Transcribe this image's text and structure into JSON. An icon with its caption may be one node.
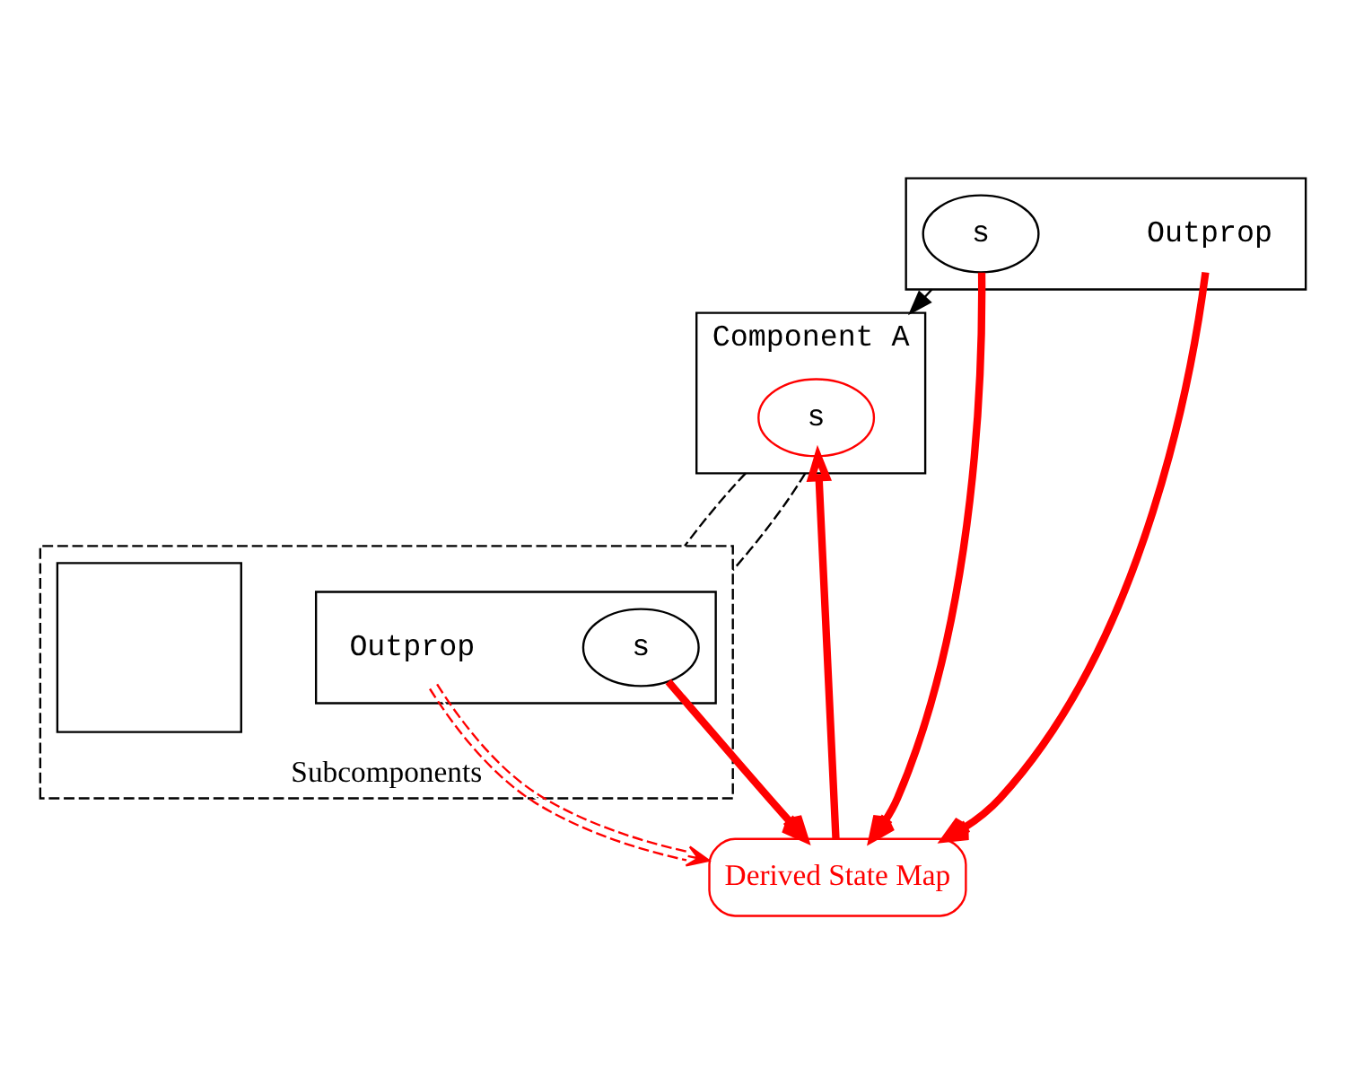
{
  "diagram": {
    "nodes": [
      {
        "text": [],
        "shape": "box"
      },
      {
        "text": [
          "s"
        ],
        "in": 0
      },
      {
        "text": [
          "Outprop"
        ],
        "in": 0
      },
      {
        "text": [
          "Component A"
        ]
      },
      {
        "text": [
          "s"
        ],
        "in": 3
      },
      {
        "text": [
          "Derived State Map"
        ]
      },
      {
        "text": [
          "Subcomponents"
        ]
      },
      {
        "text": [],
        "shape": "box",
        "in": 6
      },
      {
        "text": [
          "s"
        ],
        "in": 7
      },
      {
        "text": [
          "Outprop"
        ],
        "in": 7
      },
      {
        "text": [],
        "shape": "box",
        "in": 6
      }
    ],
    "edges": [
      {
        "from": 0,
        "to": 3,
        "arrow": "to",
        "color": "#000000"
      },
      {
        "from": 1,
        "to": 5,
        "arrow": "to",
        "style": "thick",
        "color": "#ff0000"
      },
      {
        "from": 2,
        "to": 5,
        "arrow": "to",
        "style": "thick",
        "color": "#ff0000"
      },
      {
        "from": 8,
        "to": 5,
        "arrow": "to",
        "style": "thick",
        "color": "#ff0000"
      },
      {
        "from": 9,
        "to": 5,
        "arrow": "to",
        "style": "dashed",
        "color": "#ff0000"
      },
      {
        "from": 5,
        "to": 4,
        "arrow": "to",
        "style": "thick",
        "color": "#ff0000"
      },
      {
        "from": 3,
        "to": 6,
        "arrow": "none",
        "style": "dashed",
        "color": "#000000"
      },
      {
        "from": 3,
        "to": 6,
        "arrow": "none",
        "style": "dashed",
        "color": "#000000"
      }
    ]
  }
}
